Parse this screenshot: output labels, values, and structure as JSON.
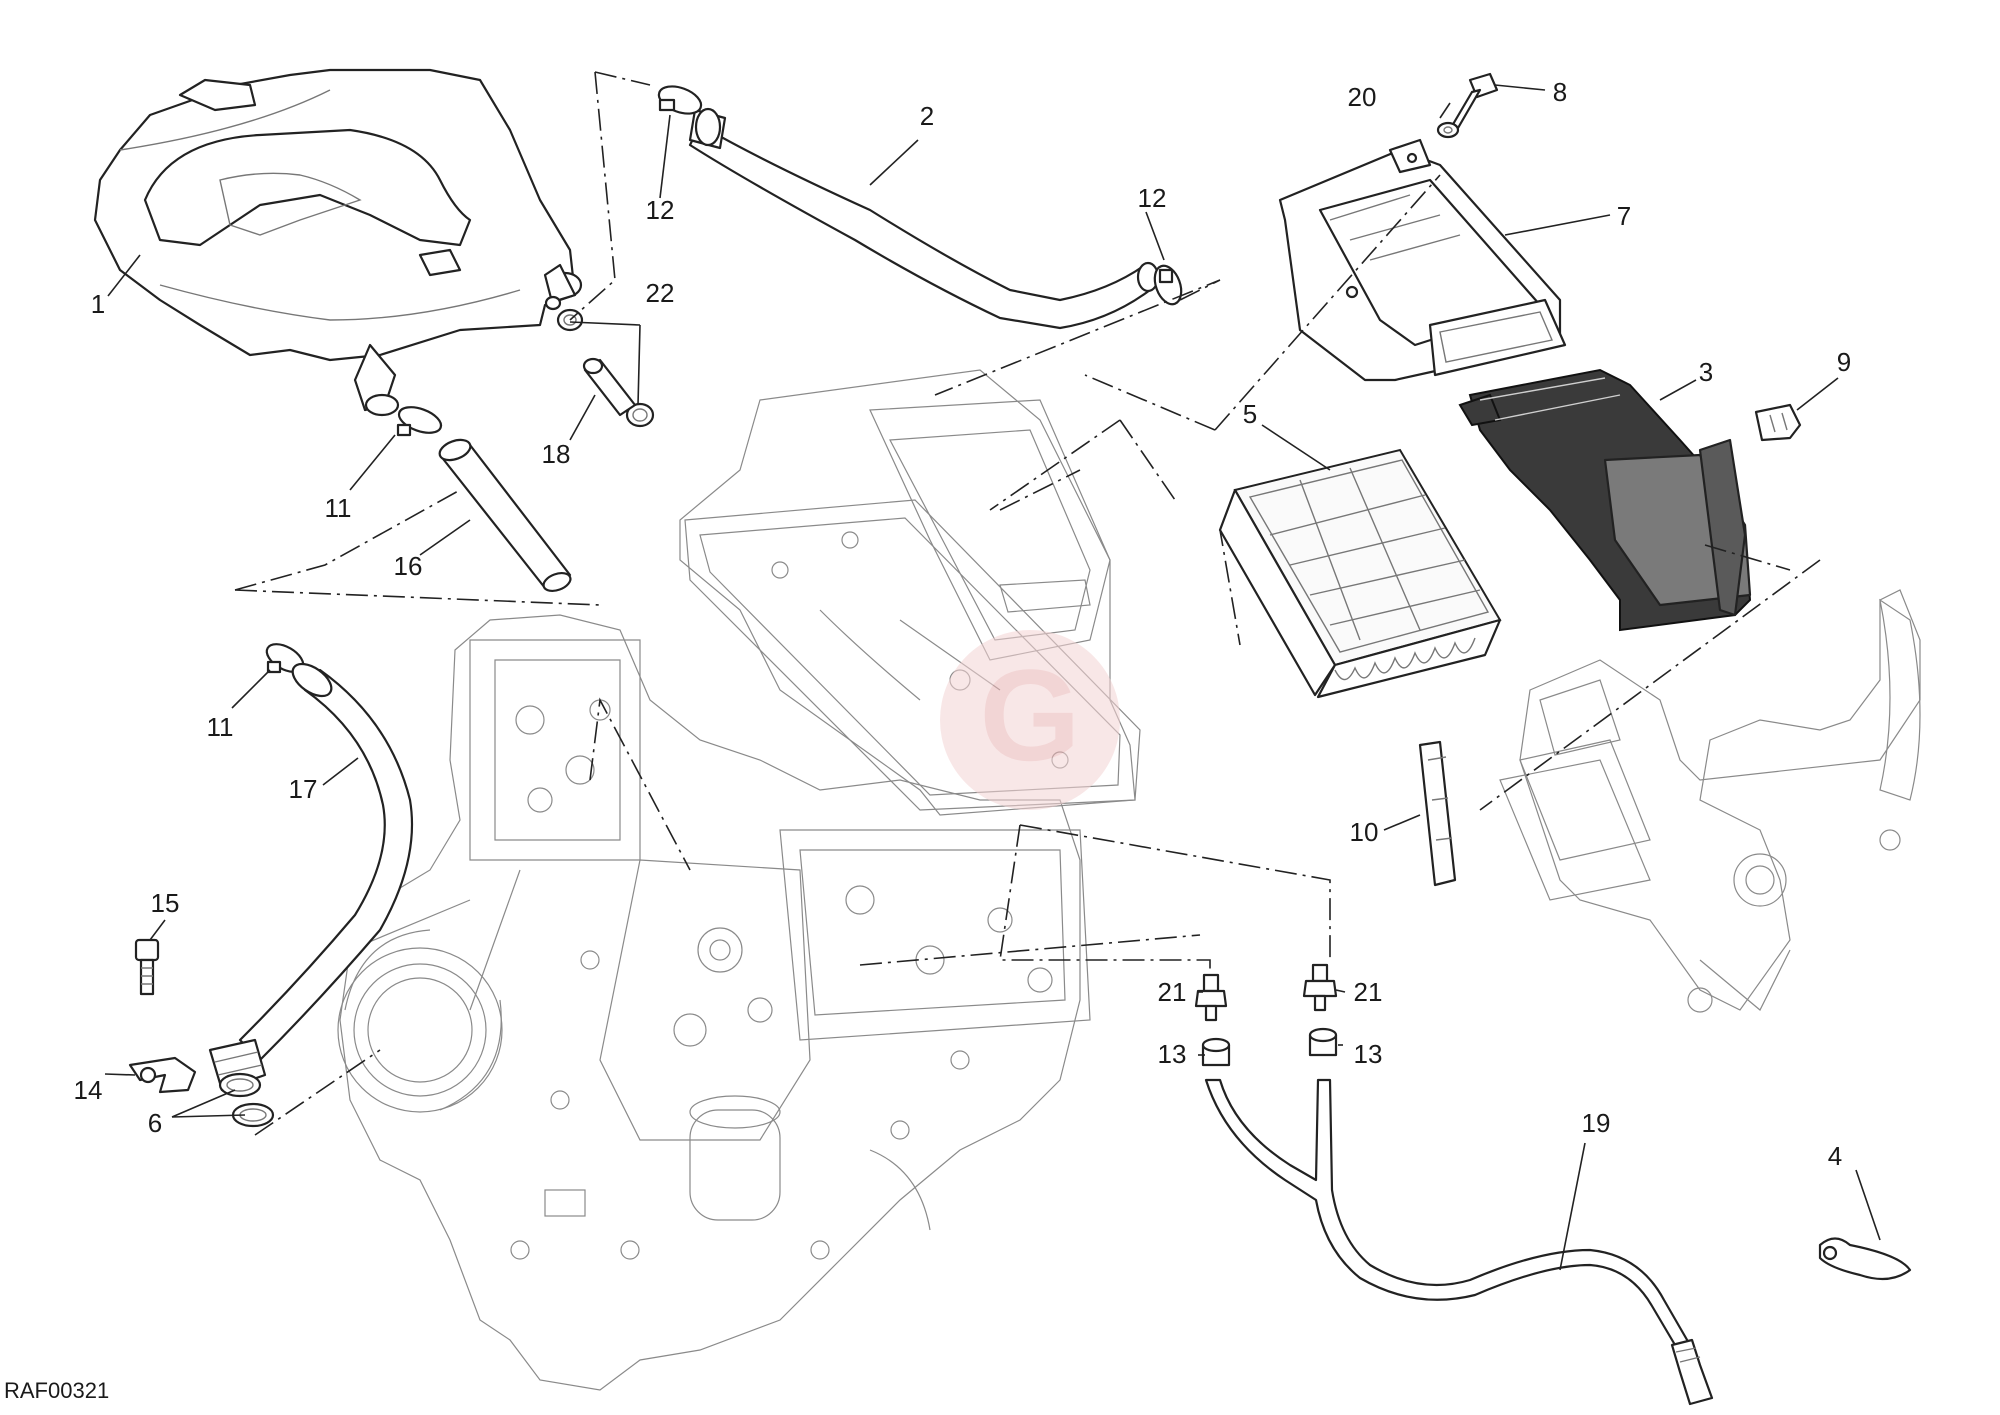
{
  "diagram": {
    "reference_code": "RAF00321",
    "watermark_letter": "G",
    "callouts": [
      {
        "id": "c1",
        "text": "1"
      },
      {
        "id": "c2",
        "text": "2"
      },
      {
        "id": "c3",
        "text": "3"
      },
      {
        "id": "c4",
        "text": "4"
      },
      {
        "id": "c5",
        "text": "5"
      },
      {
        "id": "c6",
        "text": "6"
      },
      {
        "id": "c7",
        "text": "7"
      },
      {
        "id": "c8",
        "text": "8"
      },
      {
        "id": "c9",
        "text": "9"
      },
      {
        "id": "c10",
        "text": "10"
      },
      {
        "id": "c11a",
        "text": "11"
      },
      {
        "id": "c11b",
        "text": "11"
      },
      {
        "id": "c12a",
        "text": "12"
      },
      {
        "id": "c12b",
        "text": "12"
      },
      {
        "id": "c13a",
        "text": "13"
      },
      {
        "id": "c13b",
        "text": "13"
      },
      {
        "id": "c14",
        "text": "14"
      },
      {
        "id": "c15",
        "text": "15"
      },
      {
        "id": "c16",
        "text": "16"
      },
      {
        "id": "c17",
        "text": "17"
      },
      {
        "id": "c18",
        "text": "18"
      },
      {
        "id": "c19",
        "text": "19"
      },
      {
        "id": "c20",
        "text": "20"
      },
      {
        "id": "c21a",
        "text": "21"
      },
      {
        "id": "c21b",
        "text": "21"
      },
      {
        "id": "c22",
        "text": "22"
      }
    ]
  },
  "colors": {
    "line": "#222222",
    "watermark": "#e9b3b3"
  }
}
